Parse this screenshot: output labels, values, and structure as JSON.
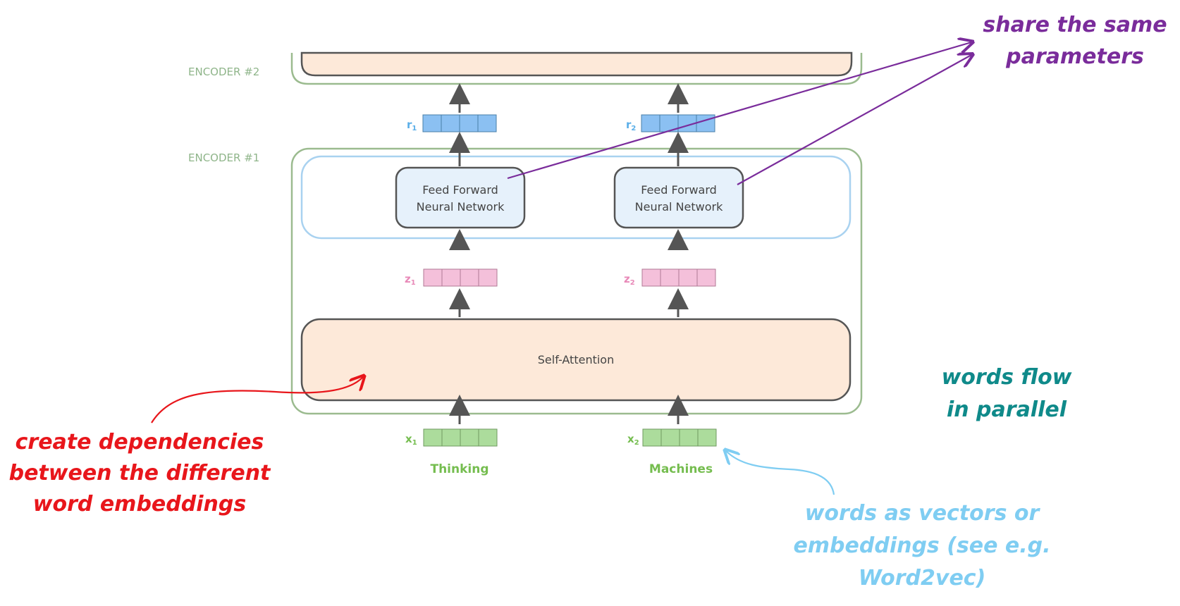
{
  "labels": {
    "encoder2": "ENCODER #2",
    "encoder1": "ENCODER #1",
    "self_attention": "Self-Attention",
    "ffnn_line1": "Feed Forward",
    "ffnn_line2": "Neural Network"
  },
  "vectors": {
    "r1": "r",
    "r1_sub": "1",
    "r2": "r",
    "r2_sub": "2",
    "z1": "z",
    "z1_sub": "1",
    "z2": "z",
    "z2_sub": "2",
    "x1": "x",
    "x1_sub": "1",
    "x2": "x",
    "x2_sub": "2"
  },
  "words": {
    "word1": "Thinking",
    "word2": "Machines"
  },
  "annotations": {
    "share_line1": "share the same",
    "share_line2": "parameters",
    "parallel_line1": "words flow",
    "parallel_line2": "in parallel",
    "deps_line1": "create dependencies",
    "deps_line2": "between the different",
    "deps_line3": "word embeddings",
    "vec_line1": "words as vectors or",
    "vec_line2": "embeddings (see e.g.",
    "vec_line3": "Word2vec)"
  },
  "colors": {
    "encoder_border": "#9bbb8f",
    "encoder_label": "#8fb58a",
    "ffnn_container": "#a9d2f0",
    "ffnn_fill": "#e6f1fb",
    "box_border": "#555555",
    "self_attention_fill": "#fde9d9",
    "r_vector": "#8bc0f2",
    "r_label": "#5aaee8",
    "z_vector": "#f4c0da",
    "z_label": "#e889b8",
    "x_vector": "#acdc9c",
    "x_label": "#75bd4f",
    "arrow": "#555555",
    "share_annotation": "#7a2c9b",
    "parallel_annotation": "#0f8a8a",
    "deps_annotation": "#e8161b",
    "vec_annotation": "#7fcdf2"
  }
}
